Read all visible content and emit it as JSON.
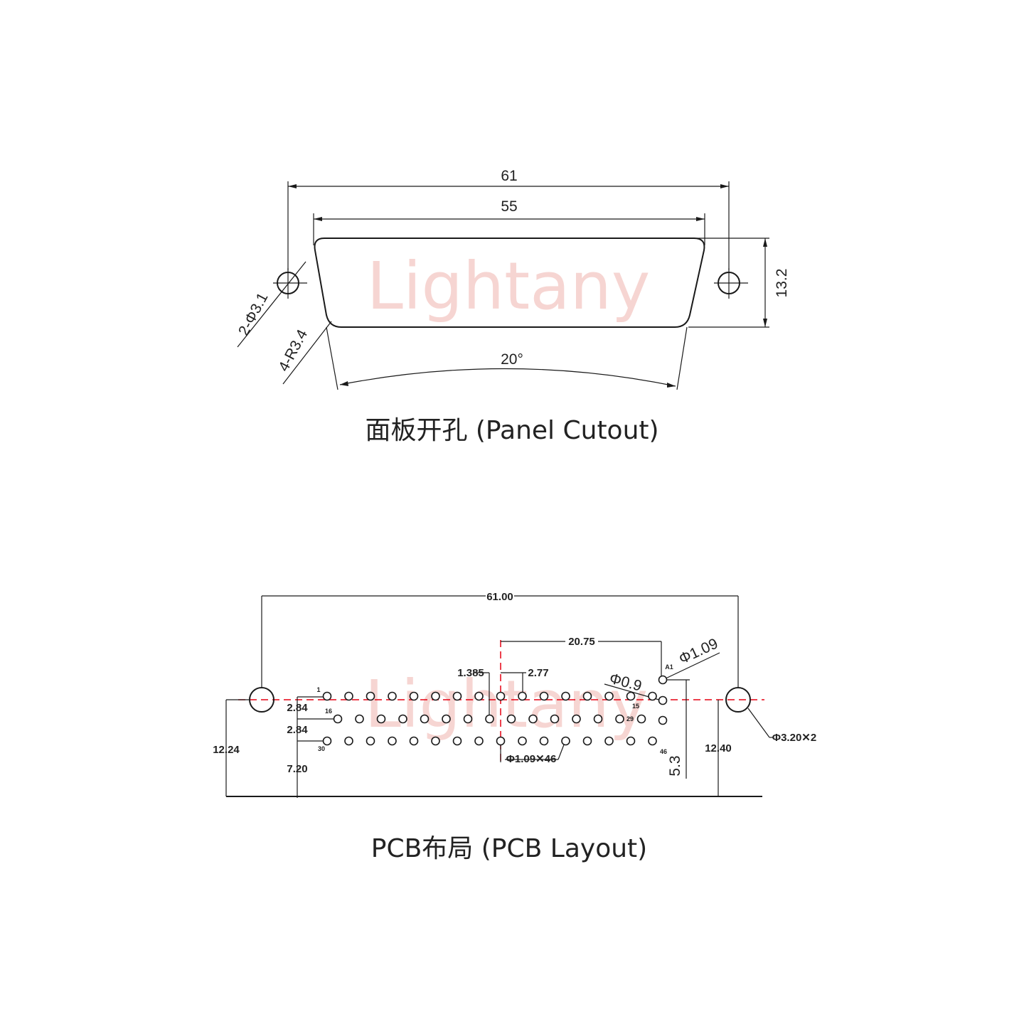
{
  "watermark": "Lightany",
  "panel_cutout": {
    "caption": "面板开孔 (Panel Cutout)",
    "dim_overall_width": "61",
    "dim_shell_width": "55",
    "dim_height": "13.2",
    "dim_angle": "20°",
    "dim_mount_hole": "2-Φ3.1",
    "dim_corner_radius": "4-R3.4"
  },
  "pcb_layout": {
    "caption": "PCB布局 (PCB Layout)",
    "dim_overall_width": "61.00",
    "dim_offset": "20.75",
    "dim_row_offset": "1.385",
    "dim_pitch": "2.77",
    "dim_pin_hole": "Φ1.09",
    "dim_signal_hole": "Φ0.9",
    "dim_hole_count": "Φ1.09✕46",
    "dim_mount_holes": "Φ3.20✕2",
    "dim_row_spacing_1": "2.84",
    "dim_row_spacing_2": "2.84",
    "dim_left_edge": "7.20",
    "dim_left_height": "12.24",
    "dim_right_height": "12.40",
    "dim_bottom_offset": "5.3",
    "pin_labels": {
      "p1": "1",
      "p15": "15",
      "p16": "16",
      "p29": "29",
      "p30": "30",
      "p46": "46",
      "a1": "A1"
    }
  }
}
